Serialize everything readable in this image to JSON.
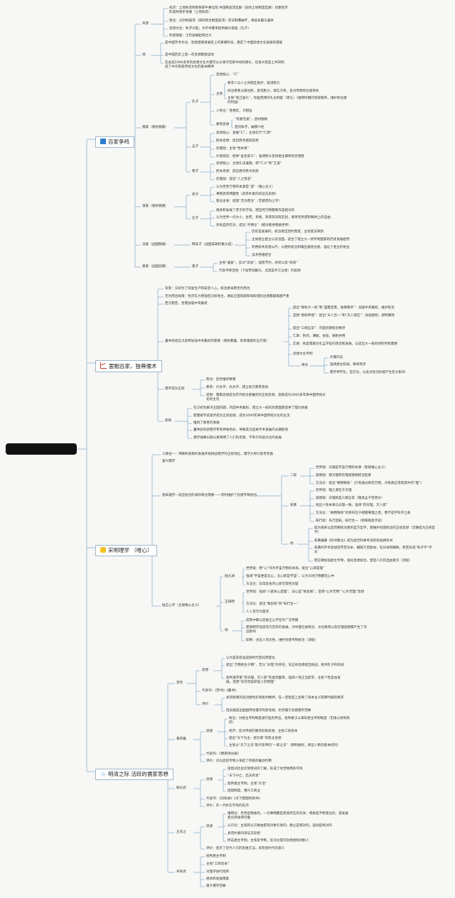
{
  "branches": [
    {
      "id": "b1",
      "label": "百家争鸣",
      "icon": "blue-square-icon"
    },
    {
      "id": "b2",
      "label": "罢黜百家，独尊儒术",
      "icon": "chart-icon"
    },
    {
      "id": "b3",
      "label": "宋明理学 （唯心）",
      "icon": "square-icon"
    },
    {
      "id": "b4",
      "label": "明清之际 活跃的儒家思想",
      "icon": "star-icon"
    }
  ],
  "nodes": {
    "bj": "背景",
    "bj1": "经济：土地私有制和铁犁牛耕出现 井田制崩溃瓦解（旧的土地制度瓦解）封建经济形成并逐步发展（土地私有）",
    "bj2": "政治：分封制崩溃（旧的政治制度崩溃）宗法制遭破坏，诸侯争霸与兼并",
    "bj3": "思想文化：私学兴起；为学术繁荣提供群众基础（孔子）",
    "bj4": "阶级基础：士阶层崛起和壮大",
    "zy": "地",
    "zy1": "是中国学术文化、思想道德发展史上的重要阶段，奠定了中国思想文化发展的基础",
    "zy2": "是中国历史上第一次思想解放运动",
    "zy3": "在此后2000多年的思想文化大都可以从诸子百家中找到源头，在很大程度上共同构成了中华民族传统文化的基本精神",
    "rj": "儒家（春秋晚期）",
    "kz": "孔子",
    "sx": "思想核心：“仁”",
    "zz": "主张",
    "zz1": "要求人与人之间相互爱护，爱惜民力",
    "zz2": "统治者要以德治民，爱惜民力，取信于民，反对苛政和任意刑杀",
    "zz3": "主张“克己复礼”，恢复西周的礼乐制度（周礼）（维周时期的等级秩序，维护统治者的利益）",
    "kz_rx": "人性论：性相近，习相远",
    "jy": "教育思想",
    "jy1": "“有教无类”，因材施教",
    "jy2": "首创私学，编撰六经",
    "mz": "孟子",
    "mz1": "思想核心：发展“仁”，主张实行“仁政”",
    "mz2": "民本思想：提出民贵君轻思想",
    "mz3": "伦理观：主张“性本善”",
    "mz4": "价值观念：倡导“舍生取义”，强调民众反抗君主暴政的合理性",
    "xz": "荀子",
    "xz1": "思想核心：主张礼法兼施，把“仁义”和“王道”",
    "xz2": "民本思想：提出君舟民水思想",
    "xz3": "伦理观：提出“人之性恶”",
    "dj": "道家（春秋晚期）",
    "lz": "老子",
    "lz1": "认为世界万物的本源是“道”（唯心主义）",
    "lz2": "事物具有两面性（具有朴素的辩证法思想）",
    "lz3": "政治主张：提倡“无为而治”（无欲而为之学）",
    "zhz": "庄子",
    "zhz1": "继承和发展了老子的学说，把自然万物都看作是相对的",
    "zhz2": "认为世界一切大小，生死，贵贱，荣辱等没有区别，保持无所谓的精神上的自由",
    "zhz3": "崇尚自然无为，提出“齐物论”（相对看待物质世界）",
    "fj": "法家（战国晚期）",
    "hfz": "韩非子（战国末期的集大成）",
    "hfz1": "历史是发展的，统治者应因时而变，主张变法革新",
    "hfz2": "主张建立君主以法治国，适合了建立大一统专制国家的历史发展趋势",
    "hfz3": "利用权术思想从严，以便利统治和镇压被统治者，强化了君主的地位",
    "hfz4": "法术势相结合",
    "mj": "墨家（战国前期）",
    "mozi": "墨子",
    "mozi1": "主张“兼爱”，反对“非攻”，提倡节约，尚贤以及“尚同”",
    "mozi2": "代表平民百姓（下层劳动群众，尤其是手工业者）的思想",
    "hd_bj": "背景：汉初为了恢复生产和安定人心，统治者采用无为而治",
    "hd_bj2": "无为而治局限：经济实力增强但汉初地主，诸侯王国问题和匈奴侵犯边境都越来越严重",
    "hd_bj3": "西汉稳定，急需加强中央集权",
    "dzs": "董仲舒适应汉武帝加强中央集权的需要（春秋繁露，改革儒家的五行家）",
    "dzs1": "提出“春秋大一统”和“罢黜百家，独尊儒术”：加强中央集权，维护统治",
    "dzs2": "宣扬“君权神授”：提出“天人合一”和“天人感应”：加强君权，抑制暴政",
    "dzs3": "提出“三纲五常”：巩固封建统治秩序",
    "dzs4": "仁政：刑罚，薄赋，省役，德刑并用",
    "dzs5": "实质：他是儒家对孔孟学说的改造和发展，以适应大一统的新形势和需要",
    "dzs6": "思想文化专制",
    "td": "特点",
    "td1": "外儒内法",
    "td2": "强调君主权威，尊卑有序",
    "td3": "儒学神学化，官方化，从此对统治阶级产生巨大影响",
    "rx": "儒学成为正统",
    "rx1": "政治：后世推崇尊儒",
    "rx2": "教育：兴太学，办太学，建立地方教育系统",
    "rx3": "结果：儒家思想成为历代统治者推崇的正统思想，逐渐成为2000多年来中国传统文化的主流",
    "yx": "影响",
    "yx1": "在汉初为解决王国问题，巩固中央集权，建立大一统的封建国家提供了理论依据",
    "yx2": "使儒家学说逐步成为正统思想，成为2000年来中国传统文化的主流",
    "yx3": "推动了教育的发展",
    "yx4": "董仲舒的新儒学带有神秘色彩，导致其对后来学术发展的长期影响",
    "yx5": "儒学独尊长期以来束缚了人们的思想，不利于科技文化的发展",
    "sm_bj": "三教合一：佛教和道教的发展开始挑战儒学的正统地位，儒学大师们思考完备",
    "sm_bj2": "复兴儒学",
    "cz": "程朱理学—适应统治阶级的政治需要—一有利维护了封建专制统治",
    "ec": "二程",
    "ec1": "世界观：天理是宇宙万物的本源（客观唯心主义）",
    "ec2": "道德观：把天理和伦理道德相结合起来",
    "ec3": "方法论：提出“格物致知”（只有通过探究万物，才能真正得到其中的“理”）",
    "zx": "朱熹",
    "zx1": "世界观：理之源在于天理",
    "zx2": "道德观：天理就是三纲五常（理承孟子性善论）",
    "zx3": "指出人性本来与天理一致，强调“存天理，灭人欲”",
    "zx4": "方法论：“格物致知”的目的在于把握事理之意，而不是学科学之真",
    "zx5": "知行观：先行后知，知行合一（阴阳刚柔学说）",
    "zy_zx": "地",
    "zy_zx1": "成为南宋以后历朝统治者的官方哲学，使维护封建统治的正统思想（元朝成为正统官学）",
    "zy_zx2": "朱熹编著《四书集注》成为后世科举考试的标准教科书",
    "zy_zx3": "朱熹的学术思想还传至日本、朝鲜乃至欧洲；在日本和朝鲜，甚至形成“朱子学”学派",
    "zy_zx4": "明王朝加强君主专制，强化思想统治，使后人们的自由意识（消极）",
    "lw": "陆王心学（主观唯心主义）",
    "ljy": "陆九渊",
    "ljy1": "世界观：把“心”作为宇宙万物的本源，提出“心即是理”",
    "ljy2": "强调“宇宙便是吾心，吾心即是宇宙”，认为天地万物都在心中",
    "ljy3": "方法论：日常反省内心即可得到天理",
    "wsr": "王阳明",
    "wsr1": "世界观：强调“人欲本心是理”，良心是“致良知”，宣扬“心外无物”“心外无理”思想",
    "wsr2": "方法论：提出“致良知”和“知行合一”",
    "wsr3": "人人皆可为圣贤",
    "zy_lw": "地",
    "zy_lw1": "成熟中期以后陆王心学在外广泛传播",
    "zy_lw2": "使阳明学说后的凡百年的发展，对中国社会政治、文化教育以及伦理道德都产生了深远影响",
    "zy_lw3": "抑制：也压人的天性，维护封建专制统治（消极）",
    "lzh": "李贽",
    "lzh_sx": "思想",
    "lzh1": "认为是非标准是随时代变化而变化",
    "lzh2": "提出“万物各生于两”，否认“天理”的存在，向正统思想提出挑战，批判孔子的权威",
    "lzh3": "批判道学家“存天理，灭人欲”的虚伪面目，强调人性正当欲求，主张个性自由发展，宣扬“穿衣吃饭即是人伦物理”",
    "lzh_db": "代表作：《焚书》《藏书》",
    "lzh_pj": "评价",
    "lzh_pj1": "具有鲜明的反封建色彩和批判精神，在一定程度上反映了资本主义萌芽时期的要求",
    "lzh_pj2": "但未能提出超越传统儒学的新思想，仍然属于封建儒学范畴",
    "hzx": "黄宗羲",
    "hzx_sx": "思想",
    "hzx1": "政治：对君主专制制度进行猛烈抨击，批判秦汉以来的君主专制制度（无限公权利政府）",
    "hzx2": "经济：反对传统的重农抑商思想，主张工商皆本",
    "hzx3": "提出“天下为主，君为客”的民主思想",
    "hzx4": "主张以“天下之法”取代皇帝的“一家之法”（限制君权，保证人民的基本权利）",
    "hzx_db": "代表作：《明夷待访录》",
    "hzx_pj": "评价：对以后反专制斗争起了积极的推动作用",
    "gyw": "顾炎武",
    "gyw_sx": "思想",
    "gyw1": "提倡对社会实际情况的了解，形成了经世致用的学风",
    "gyw2": "“天下兴亡，匹夫有责”",
    "gyw3": "批判君主专制，主张“众治”",
    "gyw4": "提倡制度，重兴工商业",
    "gyw_db": "代表作：《日知录》《天下郡国利病书》",
    "gyw_pj": "评价：开一代朴实学风的先河",
    "wfz": "王夫之",
    "wfz_sx": "思想",
    "wfz1": "唯物论：世界是物质的，一切事物都是客观存在的实体；物质是不断变化的，其发展变化有规律可循",
    "wfz2": "认识论：主观的认识要由客观对象引发的；静止是相对的，运动是绝对的",
    "wfz3": "具有朴素的辩证法思想",
    "wfz4": "抨击君主专制，主张反专制，反对过度的封建君权剥削人",
    "wfz_pj": "评价：启示了近代人们的思维方法，具有划时代的意义",
    "gtd": "共同点",
    "gtd1": "批判君主专制",
    "gtd2": "主张“工商皆本”",
    "gtd3": "对理学进行批判",
    "gtd4": "继承和发展儒家",
    "gtd5": "属于儒学范畴"
  },
  "colors": {
    "line": "#7fa9c9",
    "bg": "#f7f7f5",
    "root": "#111111"
  }
}
